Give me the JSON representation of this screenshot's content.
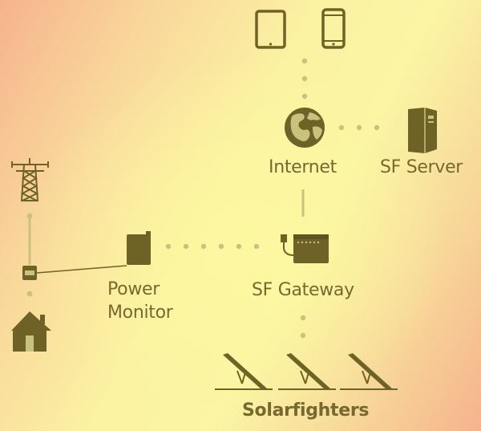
{
  "labels": {
    "internet": "Internet",
    "sf_server": "SF Server",
    "power_monitor_line1": "Power",
    "power_monitor_line2": "Monitor",
    "sf_gateway": "SF Gateway",
    "solarfighters": "Solarfighters"
  },
  "colors": {
    "icon": "#6e6226",
    "dots": "#c9c27e",
    "text": "#76692f",
    "wire": "#6e6226"
  },
  "icons": [
    "tablet-icon",
    "smartphone-icon",
    "globe-icon",
    "server-icon",
    "power-pylon-icon",
    "power-meter-icon",
    "house-icon",
    "power-monitor-icon",
    "gateway-router-icon",
    "solar-panel-icon"
  ]
}
